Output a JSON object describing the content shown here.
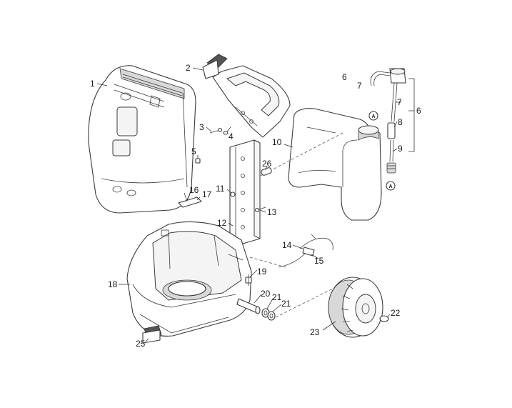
{
  "diagram": {
    "callouts": [
      {
        "id": "c1",
        "text": "1"
      },
      {
        "id": "c2",
        "text": "2"
      },
      {
        "id": "c3",
        "text": "3"
      },
      {
        "id": "c4",
        "text": "4"
      },
      {
        "id": "c5",
        "text": "5"
      },
      {
        "id": "c6a",
        "text": "6"
      },
      {
        "id": "c6b",
        "text": "6"
      },
      {
        "id": "c7a",
        "text": "7"
      },
      {
        "id": "c7b",
        "text": "7"
      },
      {
        "id": "c8",
        "text": "8"
      },
      {
        "id": "c9",
        "text": "9"
      },
      {
        "id": "c10",
        "text": "10"
      },
      {
        "id": "c11",
        "text": "11"
      },
      {
        "id": "c12",
        "text": "12"
      },
      {
        "id": "c13",
        "text": "13"
      },
      {
        "id": "c14",
        "text": "14"
      },
      {
        "id": "c15",
        "text": "15"
      },
      {
        "id": "c16",
        "text": "16"
      },
      {
        "id": "c17",
        "text": "17"
      },
      {
        "id": "c18",
        "text": "18"
      },
      {
        "id": "c19",
        "text": "19"
      },
      {
        "id": "c20",
        "text": "20"
      },
      {
        "id": "c21a",
        "text": "21"
      },
      {
        "id": "c21b",
        "text": "21"
      },
      {
        "id": "c22",
        "text": "22"
      },
      {
        "id": "c23",
        "text": "23"
      },
      {
        "id": "c25",
        "text": "25"
      },
      {
        "id": "c26",
        "text": "26"
      }
    ],
    "markers": {
      "a_top": "A",
      "a_bottom": "A"
    }
  }
}
